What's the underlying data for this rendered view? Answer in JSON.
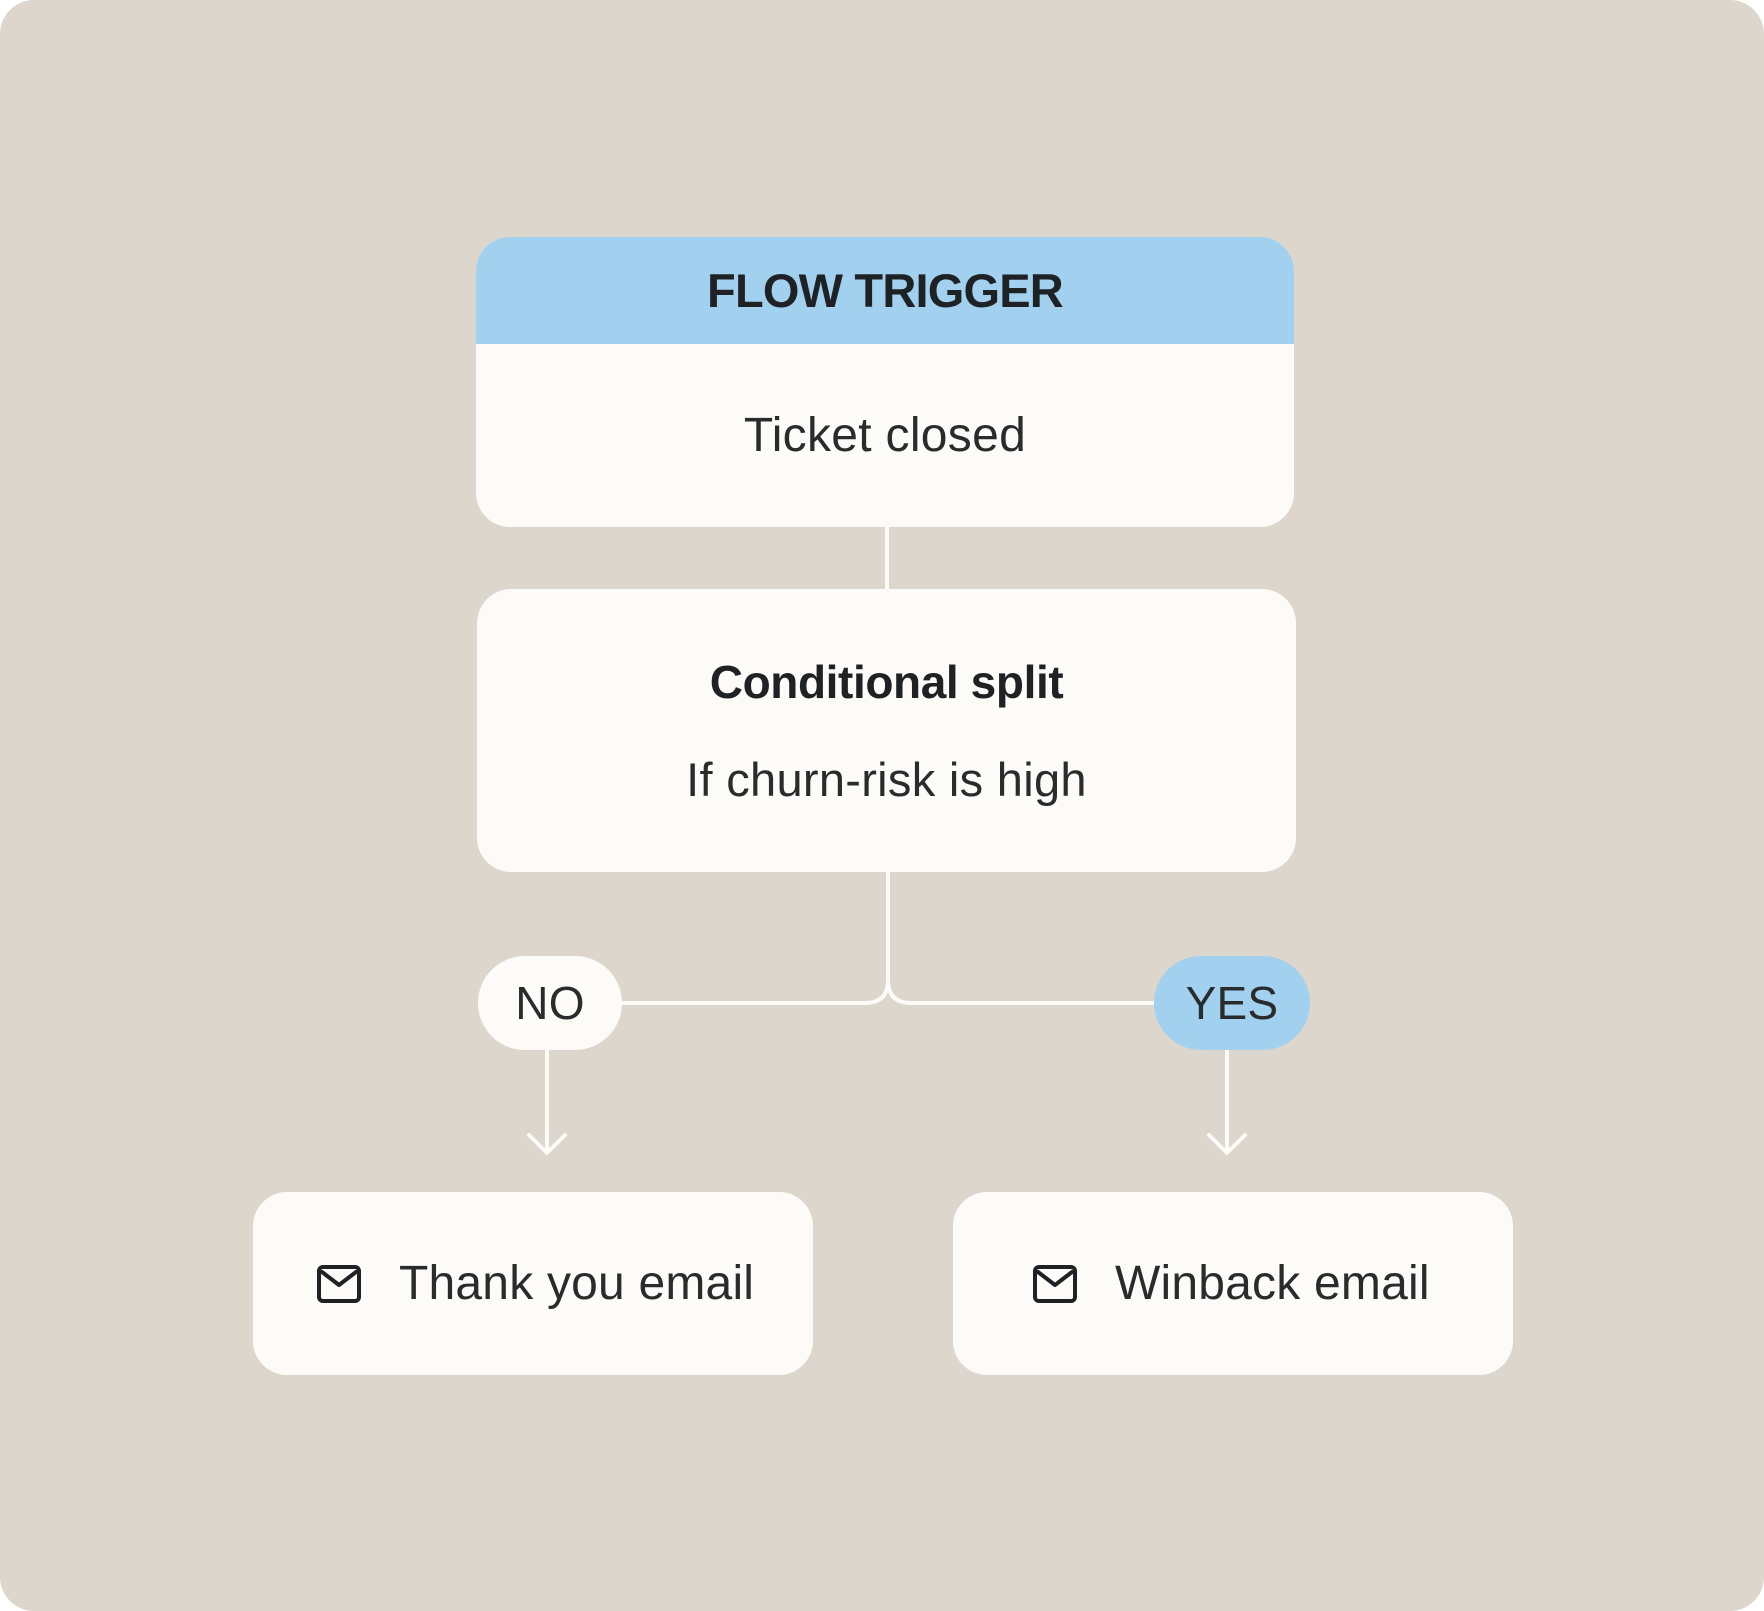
{
  "flow": {
    "trigger": {
      "heading": "FLOW TRIGGER",
      "event": "Ticket closed"
    },
    "split": {
      "title": "Conditional split",
      "condition": "If churn-risk is high"
    },
    "branches": {
      "no_label": "NO",
      "yes_label": "YES"
    },
    "actions": {
      "no_action": "Thank you email",
      "yes_action": "Winback email"
    }
  },
  "icons": {
    "action_icon": "mail-icon"
  },
  "colors": {
    "background": "#dcd6cd",
    "card": "#fdfbf8",
    "accent": "#a2d1f0",
    "text": "#2a2b2d"
  }
}
